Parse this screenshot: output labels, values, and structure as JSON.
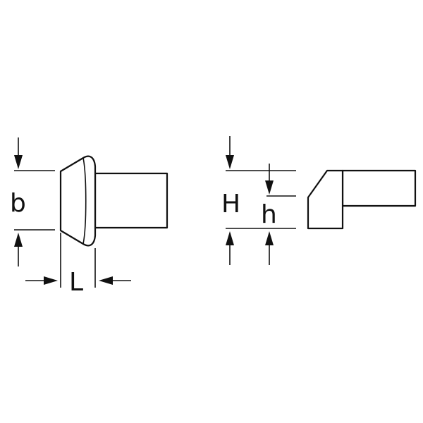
{
  "labels": {
    "b": "b",
    "L": "L",
    "H": "H",
    "h": "h"
  },
  "colors": {
    "stroke": "#111111",
    "background": "#ffffff"
  }
}
